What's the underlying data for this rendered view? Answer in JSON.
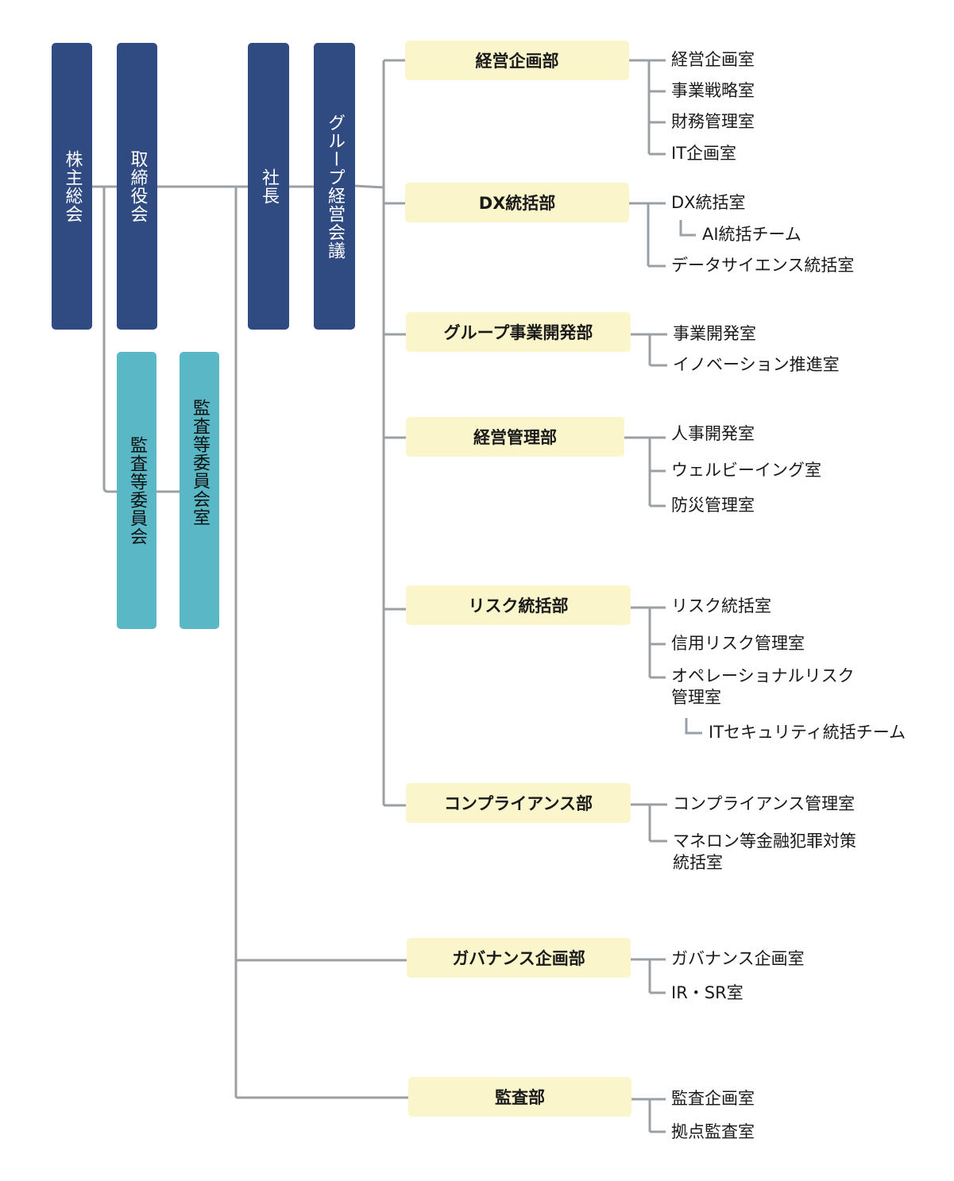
{
  "colors": {
    "governance_box": "#304a82",
    "audit_box": "#5ab8c6",
    "department_box": "#fbf5cc",
    "connector": "#9aa0a4"
  },
  "governance": {
    "shareholders_meeting": "株主総会",
    "board_of_directors": "取締役会",
    "president": "社長",
    "group_management_meeting": "グループ経営会議",
    "audit_committee": "監査等委員会",
    "audit_committee_office": "監査等委員会室"
  },
  "departments": [
    {
      "name": "経営企画部",
      "sections": [
        {
          "name": "経営企画室"
        },
        {
          "name": "事業戦略室"
        },
        {
          "name": "財務管理室"
        },
        {
          "name": "IT企画室"
        }
      ]
    },
    {
      "name": "DX統括部",
      "sections": [
        {
          "name": "DX統括室",
          "sub": "AI統括チーム"
        },
        {
          "name": "データサイエンス統括室"
        }
      ]
    },
    {
      "name": "グループ事業開発部",
      "sections": [
        {
          "name": "事業開発室"
        },
        {
          "name": "イノベーション推進室"
        }
      ]
    },
    {
      "name": "経営管理部",
      "sections": [
        {
          "name": "人事開発室"
        },
        {
          "name": "ウェルビーイング室"
        },
        {
          "name": "防災管理室"
        }
      ]
    },
    {
      "name": "リスク統括部",
      "sections": [
        {
          "name": "リスク統括室"
        },
        {
          "name": "信用リスク管理室"
        },
        {
          "name_line1": "オペレーショナルリスク",
          "name_line2": "管理室",
          "sub": "ITセキュリティ統括チーム"
        }
      ]
    },
    {
      "name": "コンプライアンス部",
      "sections": [
        {
          "name": "コンプライアンス管理室"
        },
        {
          "name_line1": "マネロン等金融犯罪対策",
          "name_line2": "統括室"
        }
      ]
    },
    {
      "name": "ガバナンス企画部",
      "sections": [
        {
          "name": "ガバナンス企画室"
        },
        {
          "name": "IR・SR室"
        }
      ]
    },
    {
      "name": "監査部",
      "sections": [
        {
          "name": "監査企画室"
        },
        {
          "name": "拠点監査室"
        }
      ]
    }
  ]
}
